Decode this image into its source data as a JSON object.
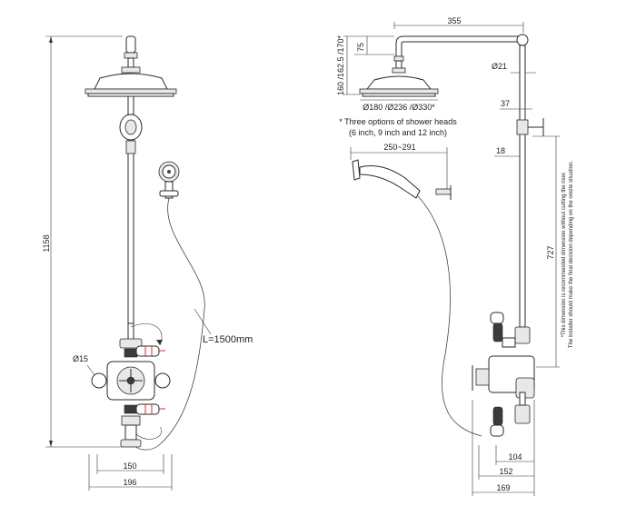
{
  "front_view": {
    "dim_total_height": "1158",
    "hose_length": "L=1500mm",
    "dim_diameter": "Ø15",
    "dim_inner_width": "150",
    "dim_outer_width": "196"
  },
  "side_view": {
    "dim_arm_length": "355",
    "dim_head_heights": "160 /162.5 /170*",
    "dim_75": "75",
    "dim_arm_diameter": "Ø21",
    "dim_head_diameters": "Ø180 /Ø236 /Ø330*",
    "note_line1": "* Three options of shower heads",
    "note_line2": "(6 inch, 9 inch and 12 inch)",
    "dim_hand_shower": "250~291",
    "dim_37": "37",
    "dim_18": "18",
    "dim_727": "727",
    "dim_104": "104",
    "dim_152": "152",
    "dim_169": "169",
    "side_note_line1": "*This dimension is recommended dimension without cutting the riser.",
    "side_note_line2": "The installer should make the final decision depending on the onsite situation."
  },
  "colors": {
    "line": "#2a2a2a",
    "accent": "#d03030"
  }
}
